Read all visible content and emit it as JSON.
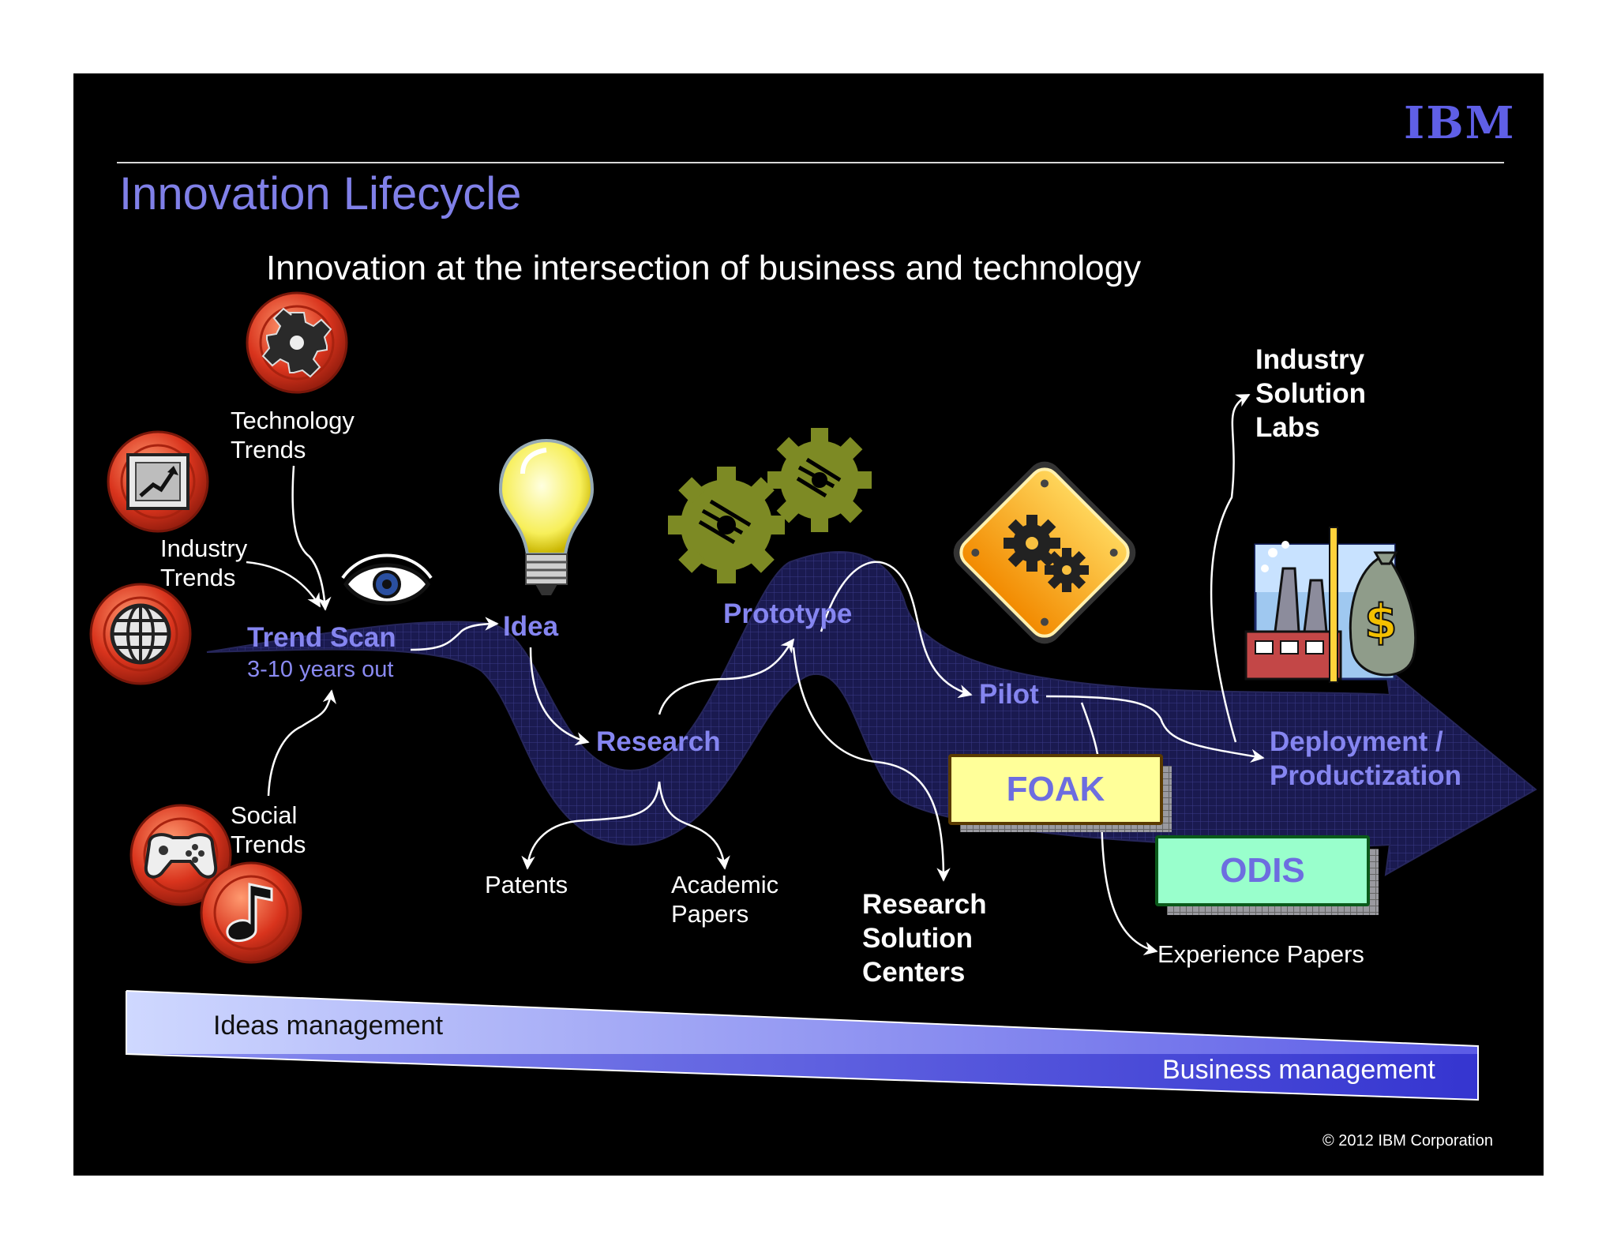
{
  "slide": {
    "title": "Innovation Lifecycle",
    "subtitle": "Innovation at the intersection of business and technology",
    "logo": "IBM",
    "copyright": "© 2012 IBM Corporation"
  },
  "inputs": {
    "technology_trends": "Technology\nTrends",
    "industry_trends": "Industry\nTrends",
    "social_trends": "Social\nTrends"
  },
  "stages": {
    "trend_scan": "Trend Scan",
    "trend_scan_sub": "3-10 years out",
    "idea": "Idea",
    "research": "Research",
    "prototype": "Prototype",
    "pilot": "Pilot",
    "deployment": "Deployment /\nProductization"
  },
  "outputs": {
    "patents": "Patents",
    "academic_papers": "Academic\nPapers",
    "research_solution_centers": "Research\nSolution\nCenters",
    "industry_solution_labs": "Industry\nSolution\nLabs",
    "experience_papers": "Experience Papers"
  },
  "boxes": {
    "foak": "FOAK",
    "odis": "ODIS"
  },
  "bands": {
    "ideas": "Ideas management",
    "business": "Business management"
  },
  "icons": [
    "gear-icon",
    "chart-icon",
    "globe-icon",
    "gamepad-icon",
    "music-note-icon",
    "eye-icon",
    "lightbulb-icon",
    "twin-gears-icon",
    "gears-warning-sign-icon",
    "factory-money-icon"
  ],
  "colors": {
    "background": "#000000",
    "title": "#8080e8",
    "stage_label": "#8585f0",
    "icon_red": "#d6331c",
    "foak_fill": "#ffff99",
    "odis_fill": "#99ffcc",
    "band_light": "#ccd6ff",
    "band_dark": "#4a4add"
  }
}
